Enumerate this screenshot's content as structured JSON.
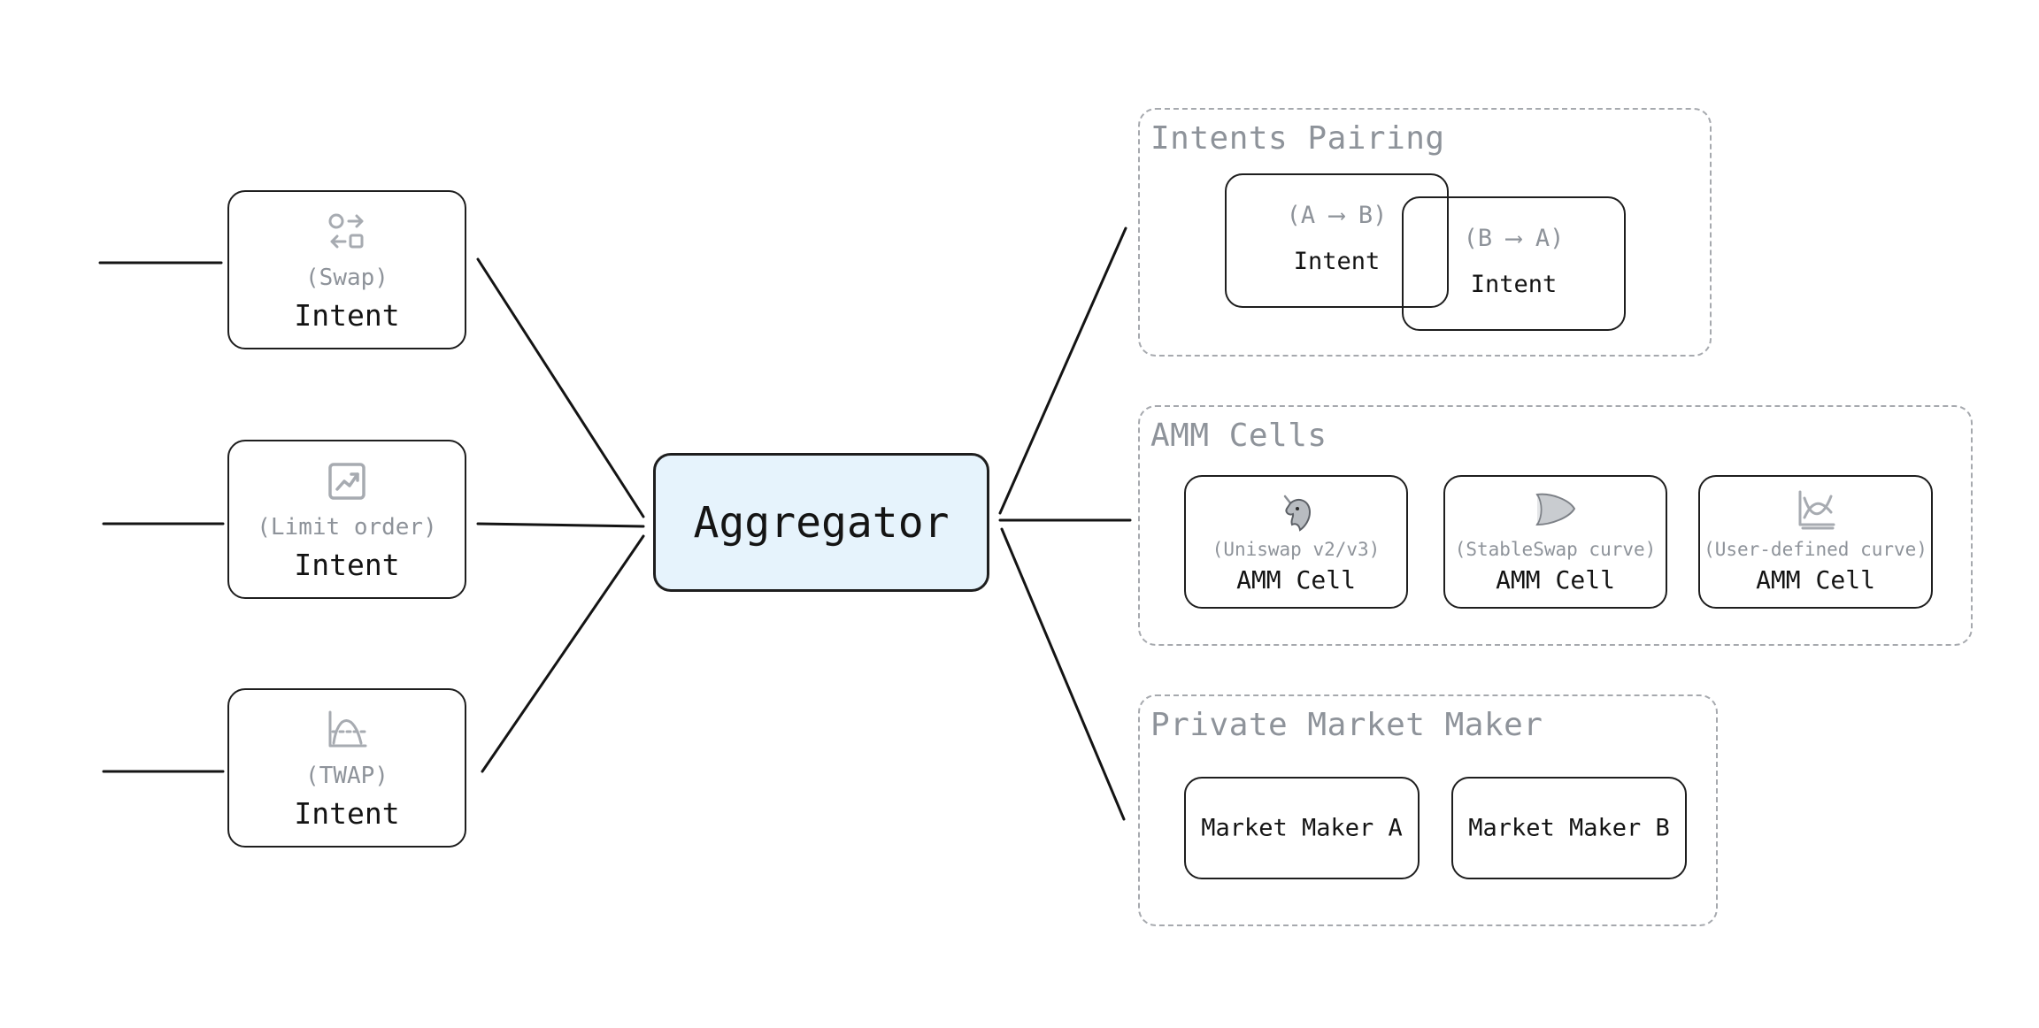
{
  "aggregator": {
    "label": "Aggregator"
  },
  "intents": [
    {
      "sub": "(Swap)",
      "label": "Intent",
      "icon": "swap-arrows-icon"
    },
    {
      "sub": "(Limit order)",
      "label": "Intent",
      "icon": "trend-chart-icon"
    },
    {
      "sub": "(TWAP)",
      "label": "Intent",
      "icon": "curve-chart-icon"
    }
  ],
  "groups": {
    "intents_pairing": {
      "title": "Intents Pairing",
      "items": [
        {
          "from": "A",
          "to": "B",
          "label": "Intent"
        },
        {
          "from": "B",
          "to": "A",
          "label": "Intent"
        }
      ]
    },
    "amm_cells": {
      "title": "AMM Cells",
      "items": [
        {
          "sub": "(Uniswap v2/v3)",
          "label": "AMM Cell",
          "icon": "unicorn-logo-icon"
        },
        {
          "sub": "(StableSwap curve)",
          "label": "AMM Cell",
          "icon": "curve-cone-logo-icon"
        },
        {
          "sub": "(User-defined curve)",
          "label": "AMM Cell",
          "icon": "custom-curve-chart-icon"
        }
      ]
    },
    "private_market_maker": {
      "title": "Private Market Maker",
      "items": [
        {
          "label": "Market Maker A"
        },
        {
          "label": "Market Maker B"
        }
      ]
    }
  },
  "colors": {
    "aggregator_fill": "#e6f3fc",
    "muted_text": "#8e939a",
    "stroke": "#1e1e1e",
    "dashed_border": "#a6a9ae"
  }
}
